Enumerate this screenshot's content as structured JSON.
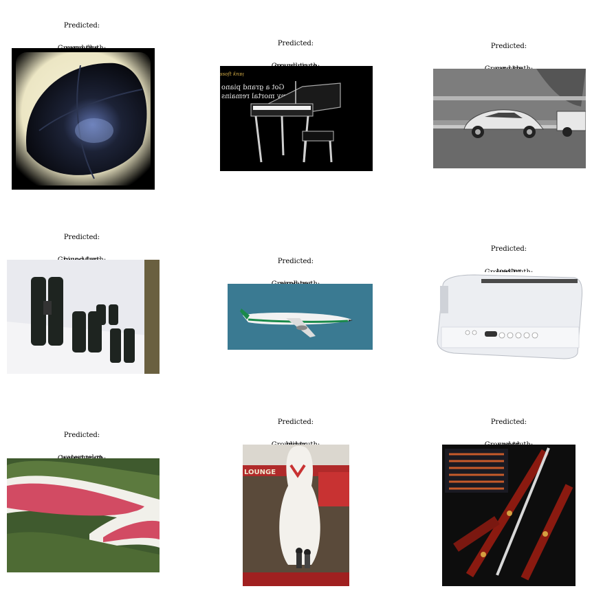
{
  "grid": [
    {
      "predicted_label": "Predicted:",
      "predicted": "yarmulke",
      "truth_label": "Ground-truth:",
      "truth": "yarmulke",
      "image": "yarmulke-photo"
    },
    {
      "predicted_label": "Predicted:",
      "predicted": "grand-piano",
      "truth_label": "Ground-truth:",
      "truth": "grand-piano",
      "image": "grand-piano-photo",
      "image_text": [
        "Got a grand piano",
        "to prop up my mortal remains"
      ]
    },
    {
      "predicted_label": "Predicted:",
      "predicted": "car-side",
      "truth_label": "Ground-truth:",
      "truth": "car-side",
      "image": "car-side-photo"
    },
    {
      "predicted_label": "Predicted:",
      "predicted": "binoculars",
      "truth_label": "Ground-truth:",
      "truth": "binoculars",
      "image": "binoculars-photo"
    },
    {
      "predicted_label": "Predicted:",
      "predicted": "airplanes",
      "truth_label": "Ground-truth:",
      "truth": "airplanes",
      "image": "airplane-photo"
    },
    {
      "predicted_label": "Predicted:",
      "predicted": "toaster",
      "truth_label": "Ground-truth:",
      "truth": "toaster",
      "image": "toaster-photo"
    },
    {
      "predicted_label": "Predicted:",
      "predicted": "watermelon",
      "truth_label": "Ground-truth:",
      "truth": "watermelon",
      "image": "watermelon-photo"
    },
    {
      "predicted_label": "Predicted:",
      "predicted": "blimp",
      "truth_label": "Ground-truth:",
      "truth": "bowling-pin",
      "image": "bowling-pin-photo",
      "image_text": [
        "LOUNGE"
      ]
    },
    {
      "predicted_label": "Predicted:",
      "predicted": "sword",
      "truth_label": "Ground-truth:",
      "truth": "sword",
      "image": "sword-photo"
    }
  ]
}
